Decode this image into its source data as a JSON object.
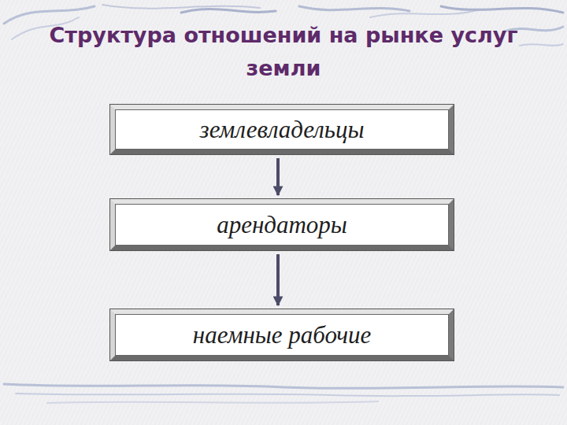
{
  "diagram": {
    "title": "Структура отношений на рынке услуг земли",
    "nodes": [
      {
        "text": [
          "землевладельцы"
        ]
      },
      {
        "text": [
          "арендаторы"
        ]
      },
      {
        "text": [
          "наемные рабочие"
        ]
      }
    ],
    "edges": [
      {
        "from": 0,
        "to": 1,
        "arrow": "to"
      },
      {
        "from": 1,
        "to": 2,
        "arrow": "to"
      }
    ]
  }
}
